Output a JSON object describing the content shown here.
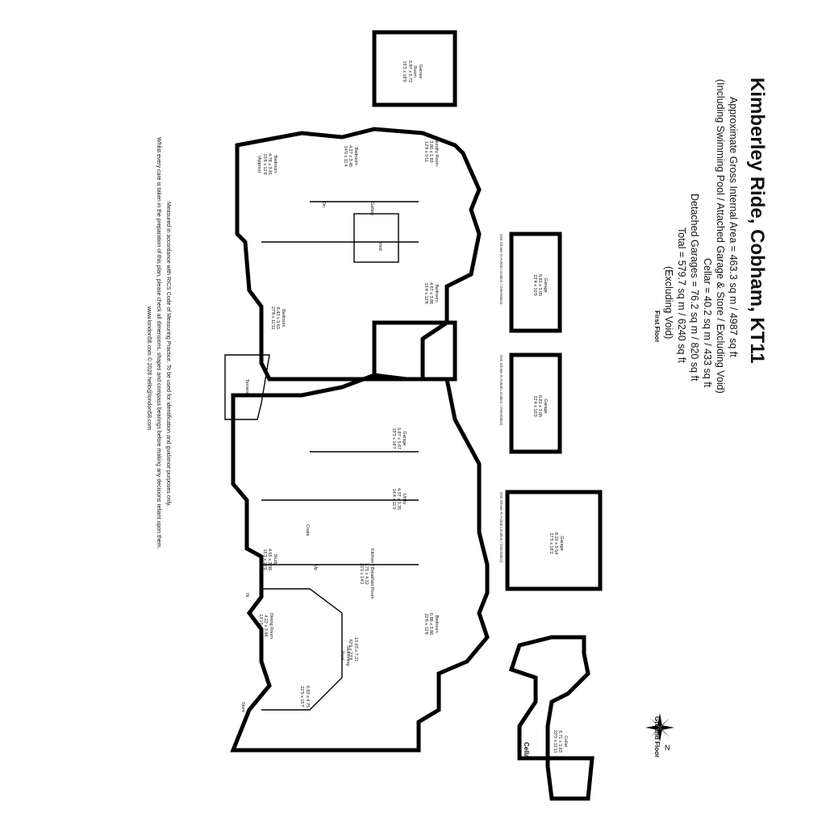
{
  "title": "Kimberley Ride, Cobham, KT11",
  "areas": {
    "gross": "Approximate Gross Internal Area = 463.3 sq m / 4987 sq ft",
    "including": "(Including Swimming Pool / Attached Garage & Store / Excluding Void)",
    "cellar": "Cellar = 40.2 sq m / 433 sq ft",
    "detached": "Detached Garages = 76.2 sq m / 820 sq ft",
    "total": "Total = 579.7 sq m / 6240 sq ft",
    "excluding": "(Excluding Void)"
  },
  "floors": {
    "ground": "Ground Floor",
    "first": "First Floor",
    "cellar": "Cellar"
  },
  "rooms": {
    "store": "Store",
    "lounge": "6.83 x 4.75\n22'5 x 15'7",
    "pool_name": "Swimming\nPool",
    "pool_dims": "13.03 x 7.21\n42'9 x 23'8",
    "dining": "Dining Room\n4.22 x 3.96\n13'10 x 13'0",
    "bedroom_g": "Bedroom\n6.86 x 3.86\n22'6 x 12'8",
    "kitchen": "Kitchen / Breakfast Room\n7.75 x 4.32\n25'5 x 14'2",
    "study": "Study\n4.65 x 3.96\n15'3 x 13'0",
    "coats": "Coats",
    "utility": "Utility\n4.37 x 3.35\n14'4 x 11'0",
    "garage_att": "Garage\n5.87 x 5.67\n19'3 x 18'7",
    "cellar_room": "Cellar\n6.71 x 3.63\n22'0 x 11'11",
    "garage_1": "Garage\n8.22 x 5.54\n27'0 x 18'2",
    "garage_2": "Garage\n6.81 x 3.05\n22'4 x 10'0",
    "garage_3": "Garage\n6.81 x 3.05\n22'4 x 10'0",
    "terrace": "Terrace",
    "bedroom_f1": "Bedroom\n8.43 x 3.63\n27'8 x 11'11",
    "bedroom_f2": "Bedroom\n4.67 x 3.86\n15'4 x 12'8",
    "void": "Void",
    "gallery": "Gallery",
    "bedroom_f3": "Bedroom\n4.78 x 3.81\n15'8 x 12'6\n(Approx)",
    "bedroom_f4": "Bedroom\n4.27 x 3.45\n14'0 x 11'4",
    "laundry": "Laundry Room\n3.86 x 1.80\n12'8 x 5'11",
    "games": "Games\nRoom\n5.87 x 5.72\n19'3 x 18'9",
    "up": "Up",
    "dn": "Dn",
    "in": "IN"
  },
  "not_shown": "(Not Shown In Actual Location / Orientation)",
  "footer": {
    "line1": "Measured in accordance with RICS Code of Measuring Practice. To be used for identification and guidance purposes only.",
    "line2": "Whilst every care is taken in the preparation of this plan, please check all dimensions, shapes and compass bearings before making any decisions reliant upon them.",
    "line3": "www.london58.com © 2026 hello@london58.com"
  },
  "compass_label": "N",
  "colors": {
    "ink": "#000000",
    "background": "#ffffff"
  }
}
